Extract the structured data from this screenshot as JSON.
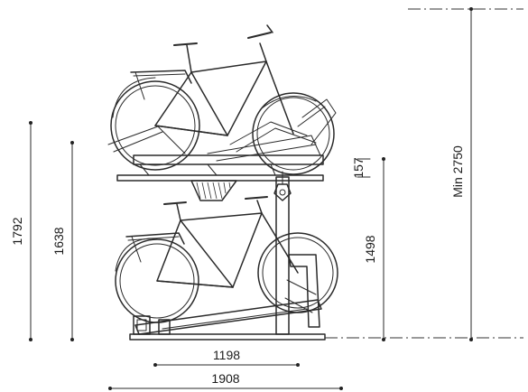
{
  "dimensions": {
    "overall_height": "1792",
    "upper_tier_height": "1638",
    "lower_tier_clearance": "1498",
    "tray_step": "157",
    "min_ceiling_height": "Min 2750",
    "tray_length_short": "1198",
    "tray_length_long": "1908"
  },
  "colors": {
    "line": "#2a2a2a",
    "background": "#ffffff"
  }
}
